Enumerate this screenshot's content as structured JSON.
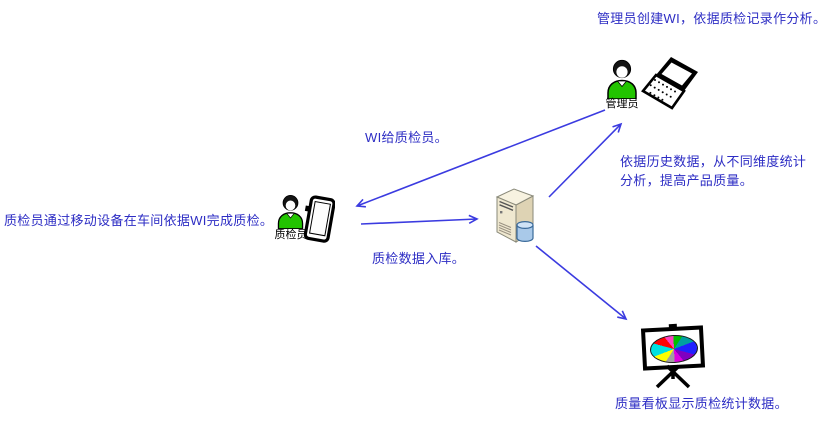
{
  "annotations": {
    "admin_note": "管理员创建WI，依据质检记录作分析。",
    "inspector_note": "质检员通过移动设备在车间依据WI完成质检。",
    "wi_arrow_label": "WI给质检员。",
    "db_arrow_label": "质检数据入库。",
    "analysis_note_line1": "依据历史数据，从不同维度统计",
    "analysis_note_line2": "分析，提高产品质量。",
    "dashboard_note": "质量看板显示质检统计数据。"
  },
  "nodes": {
    "admin": {
      "label": "管理员",
      "icons": [
        "person-icon",
        "laptop-icon"
      ]
    },
    "inspector": {
      "label": "质检员",
      "icons": [
        "person-icon",
        "tablet-icon"
      ]
    },
    "server": {
      "icon": "server-database-icon"
    },
    "dashboard": {
      "icon": "dashboard-easel-icon",
      "pie_colors": [
        "#00c000",
        "#00a0a0",
        "#2020ff",
        "#8000c0",
        "#e000e0",
        "#a0a0a0",
        "#ffff00",
        "#00e0e0",
        "#ff0000",
        "#ff40c0"
      ]
    }
  },
  "colors": {
    "annotation_text": "#2d2dc4",
    "arrow": "#3b3be0",
    "person_shirt": "#22c400",
    "server_front": "#efe8d0",
    "server_side": "#ded3b4",
    "server_top": "#f7f2e0",
    "database_fill": "#a9c9e9",
    "database_stroke": "#3a6a9a"
  }
}
